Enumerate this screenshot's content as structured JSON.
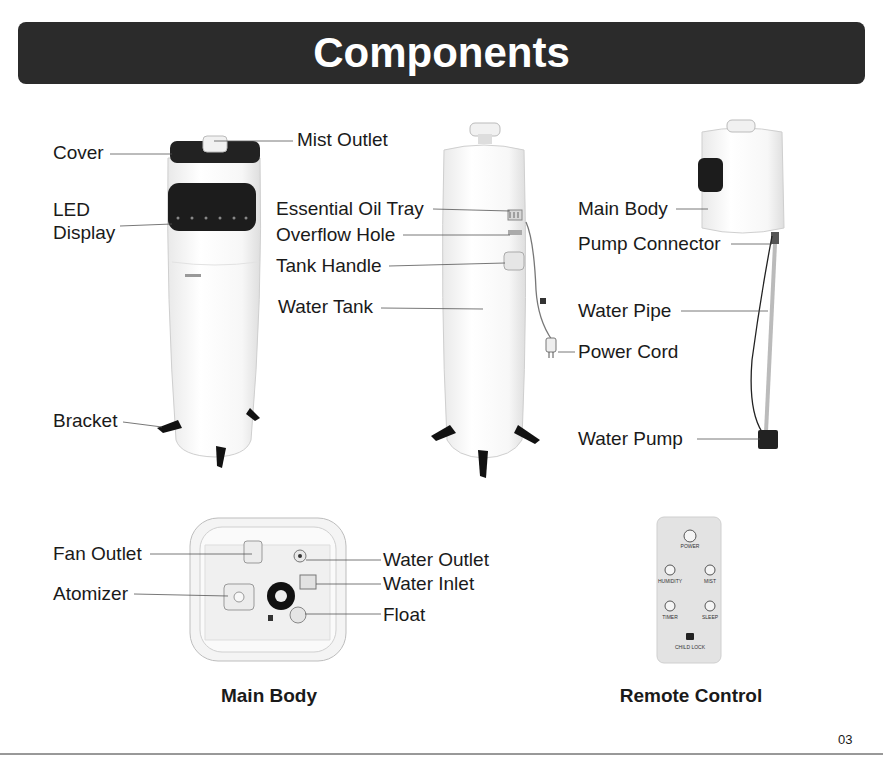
{
  "diagram": {
    "title": "Components",
    "labels": [
      "Cover",
      "LED Display",
      "Bracket",
      "Mist Outlet",
      "Essential Oil Tray",
      "Overflow Hole",
      "Tank Handle",
      "Water Tank",
      "Main Body",
      "Pump Connector",
      "Water Pipe",
      "Power Cord",
      "Water Pump",
      "Fan Outlet",
      "Atomizer",
      "Water Outlet",
      "Water Inlet",
      "Float",
      "POWER",
      "HUMIDITY",
      "MIST",
      "TIMER",
      "SLEEP",
      "CHILD LOCK",
      "Main Body",
      "Remote Control",
      "03"
    ]
  }
}
